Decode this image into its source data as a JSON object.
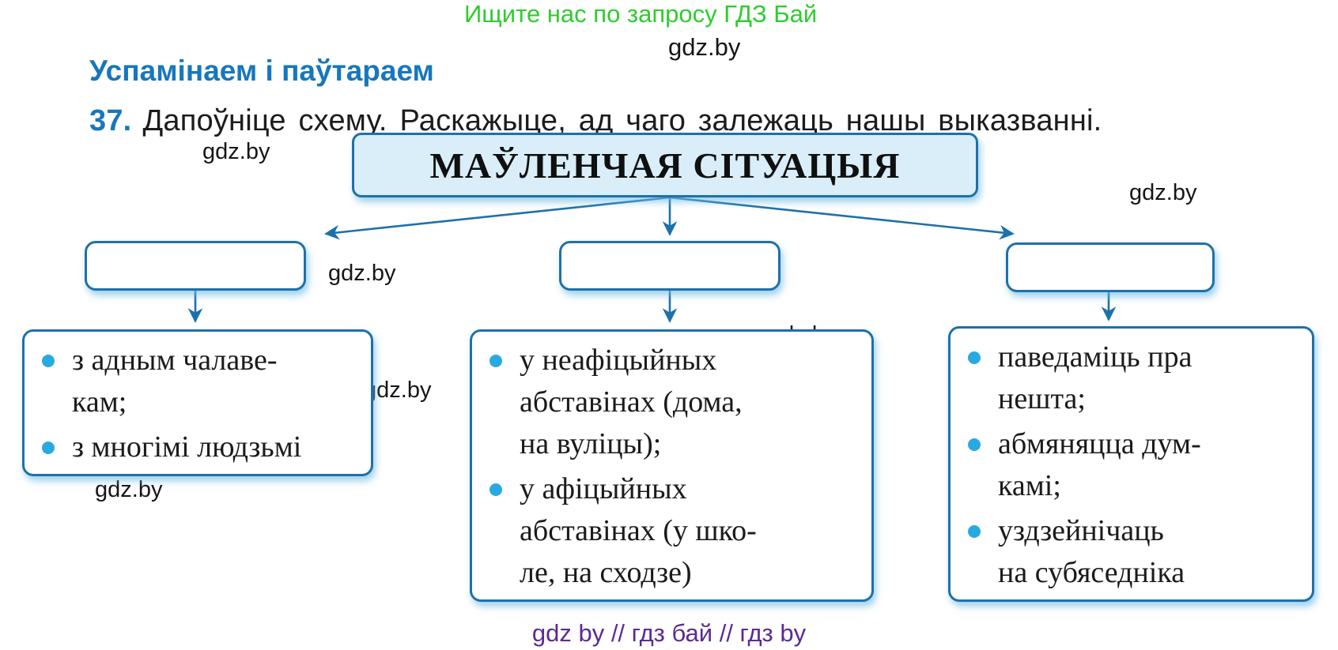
{
  "colors": {
    "line-blue": "#1d71ab",
    "box-fill": "#d9eef8",
    "bullet-blue": "#29a9e1",
    "blue-heading": "#1777bd",
    "green": "#2fcc2f",
    "purple": "#5b2b94"
  },
  "page": {
    "promo_green": "Ищите нас по запросу ГДЗ Бай",
    "watermark": "gdz.by",
    "section_heading": "Успамінаем і паўтараем",
    "task_number": "37.",
    "task_text": "Дапоўніце схему. Раскажыце, ад чаго залежаць нашы выказванні.",
    "footer": "gdz by  //  гдз бай  //  гдз by"
  },
  "diagram": {
    "root_label": "МАЎЛЕНЧАЯ СІТУАЦЫЯ",
    "branches": [
      {
        "box_value": "",
        "items": [
          [
            "з адным чалаве-",
            "кам;"
          ],
          [
            "з многімі людзьмі"
          ]
        ]
      },
      {
        "box_value": "",
        "items": [
          [
            "у неафіцыйных",
            "абставінах (дома,",
            "на вуліцы);"
          ],
          [
            "у афіцыйных",
            "абставінах (у шко-",
            "ле, на сходзе)"
          ]
        ]
      },
      {
        "box_value": "",
        "items": [
          [
            "паведаміць пра",
            "нешта;"
          ],
          [
            "абмяняцца дум-",
            "камі;"
          ],
          [
            "уздзейнічаць",
            "на субяседніка"
          ]
        ]
      }
    ]
  }
}
